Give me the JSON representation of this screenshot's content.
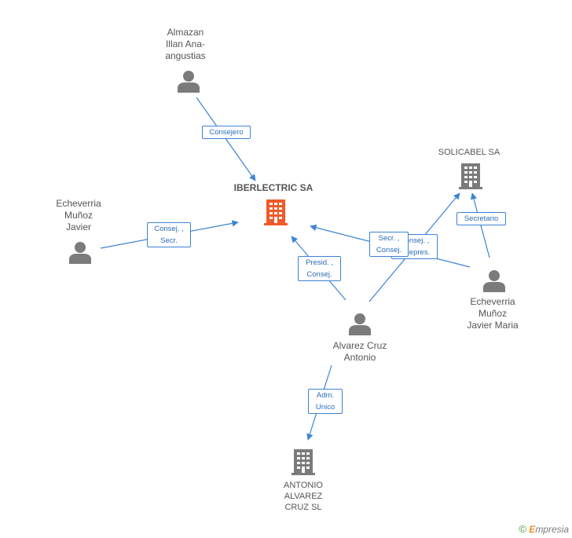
{
  "nodes": {
    "iberlectric": "IBERLECTRIC SA",
    "almazan": "Almazan\nIllan Ana-\nangustias",
    "echeverria_javier": "Echeverria\nMuñoz\nJavier",
    "solicabel": "SOLICABEL SA",
    "echeverria_maria": "Echeverria\nMuñoz\nJavier Maria",
    "alvarez": "Alvarez Cruz\nAntonio",
    "antonio_sl": "ANTONIO\nALVAREZ\nCRUZ SL"
  },
  "edges": {
    "almazan_iber": "Consejero",
    "javier_iber": "Consej. ,\nSecr.",
    "alvarez_iber": "Presid. ,\nConsej.",
    "maria_iber": "Consej. ,\nVicepres.",
    "alvarez_solicabel": "Secr. ,\nConsej.",
    "maria_solicabel": "Secretario",
    "alvarez_sl": "Adm.\nUnico"
  },
  "footer": {
    "copyright": "©",
    "brand_initial": "E",
    "brand_rest": "mpresia"
  },
  "colors": {
    "edge": "#3c83d3",
    "person": "#7b7b7b",
    "company": "#7b7b7b",
    "main_company": "#f05a28"
  }
}
